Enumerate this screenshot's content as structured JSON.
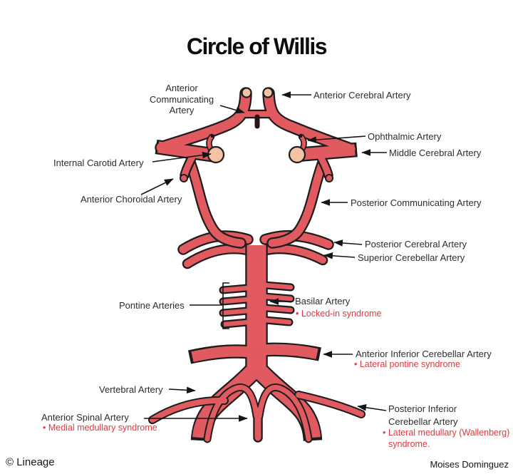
{
  "title": "Circle of Willis",
  "credits": {
    "left": "© Lineage",
    "right": "Moises Dominguez"
  },
  "colors": {
    "artery_fill": "#e15a60",
    "artery_outline": "#1d1d1d",
    "cut_end_fill": "#f5c3a4",
    "label_text": "#2d2d2d",
    "syndrome_text": "#e0393f"
  },
  "labels": {
    "acom": {
      "line1": "Anterior",
      "line2": "Communicating",
      "line3": "Artery"
    },
    "aca": {
      "text": "Anterior Cerebral Artery"
    },
    "ophthalmic": {
      "text": "Ophthalmic Artery"
    },
    "mca": {
      "text": "Middle Cerebral Artery"
    },
    "ica": {
      "text": "Internal Carotid Artery"
    },
    "anterior_choroidal": {
      "text": "Anterior Choroidal Artery"
    },
    "pcomm": {
      "text": "Posterior Communicating Artery"
    },
    "pca": {
      "text": "Posterior Cerebral Artery"
    },
    "sca": {
      "text": "Superior Cerebellar Artery"
    },
    "pontine": {
      "text": "Pontine Arteries"
    },
    "basilar": {
      "text": "Basilar Artery",
      "syndrome": "• Locked-in syndrome"
    },
    "aica": {
      "text": "Anterior Inferior Cerebellar Artery",
      "syndrome": "• Lateral pontine syndrome"
    },
    "vertebral": {
      "text": "Vertebral Artery"
    },
    "anterior_spinal": {
      "text": "Anterior Spinal Artery",
      "syndrome": "• Medial medullary syndrome"
    },
    "pica": {
      "line1": "Posterior Inferior",
      "line2": "Cerebellar Artery",
      "syndrome1": "• Lateral medullary (Wallenberg)",
      "syndrome2": "syndrome."
    }
  }
}
